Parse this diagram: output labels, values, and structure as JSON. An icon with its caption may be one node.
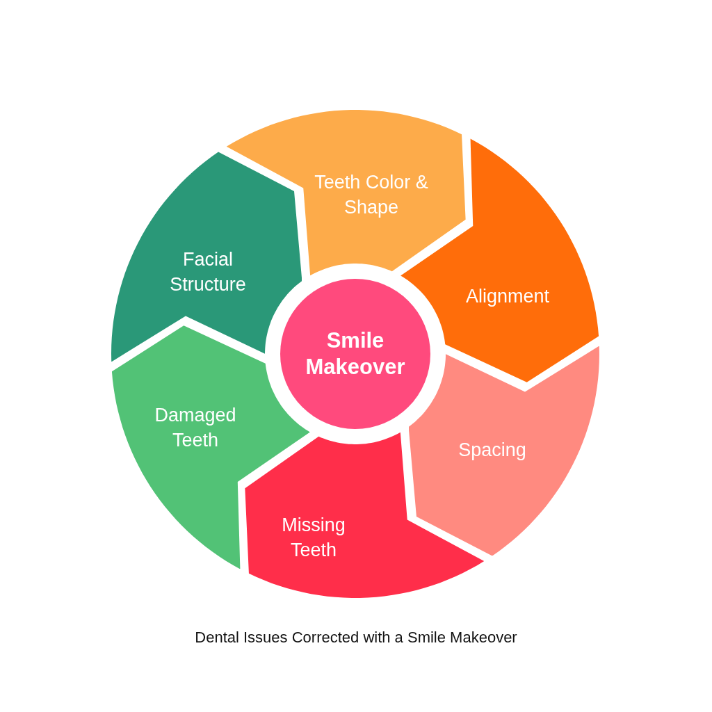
{
  "diagram": {
    "caption": "Dental Issues Corrected with a Smile Makeover",
    "nodes": [
      {
        "text": [
          "Smile Makeover"
        ]
      },
      {
        "text": [
          "Teeth Color & Shape"
        ]
      },
      {
        "text": [
          "Alignment"
        ]
      },
      {
        "text": [
          "Spacing"
        ]
      },
      {
        "text": [
          "Missing Teeth"
        ]
      },
      {
        "text": [
          "Damaged Teeth"
        ]
      },
      {
        "text": [
          "Facial Structure"
        ]
      }
    ],
    "edges": []
  }
}
